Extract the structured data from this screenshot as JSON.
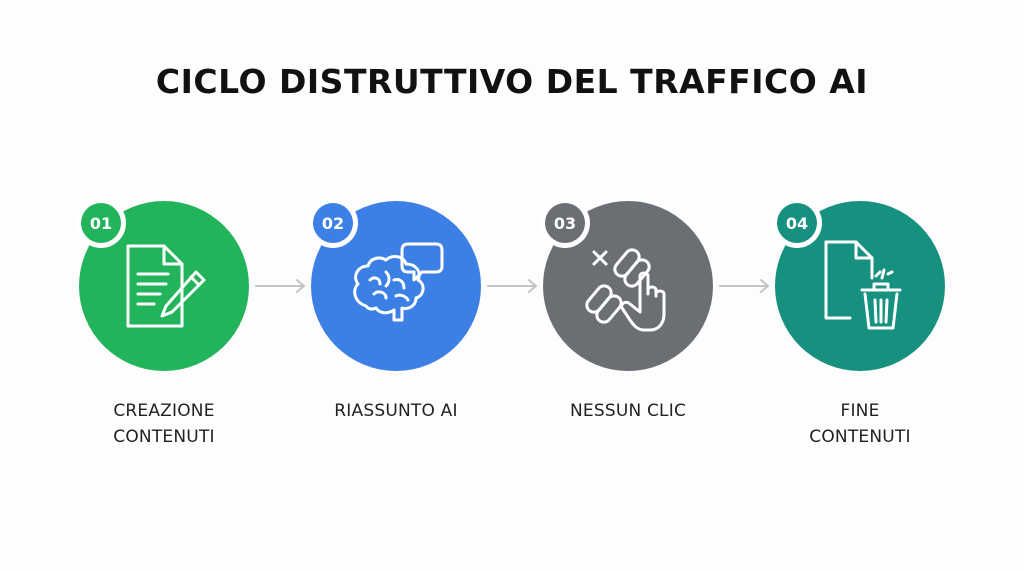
{
  "title": "CICLO DISTRUTTIVO DEL TRAFFICO AI",
  "steps": [
    {
      "number": "01",
      "label_line1": "CREAZIONE",
      "label_line2": "CONTENUTI",
      "color": "#22b45a",
      "icon": "document-pen-icon"
    },
    {
      "number": "02",
      "label_line1": "RIASSUNTO AI",
      "label_line2": "",
      "color": "#3c80e6",
      "icon": "brain-speech-icon"
    },
    {
      "number": "03",
      "label_line1": "NESSUN CLIC",
      "label_line2": "",
      "color": "#6b6e73",
      "icon": "broken-link-hand-icon"
    },
    {
      "number": "04",
      "label_line1": "FINE",
      "label_line2": "CONTENUTI",
      "color": "#16907f",
      "icon": "document-trash-icon"
    }
  ],
  "arrow_color": "#c4c4c4"
}
